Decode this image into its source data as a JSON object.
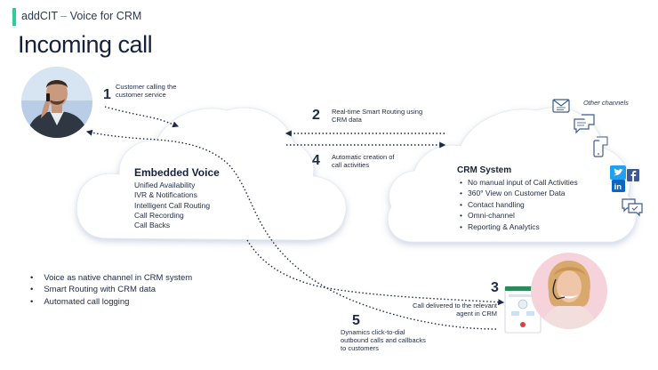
{
  "brand": {
    "name": "addCIT",
    "separator": "–",
    "product": "Voice for CRM"
  },
  "title": "Incoming call",
  "steps": [
    {
      "num": "1",
      "text": [
        "Customer calling the",
        "customer service"
      ]
    },
    {
      "num": "2",
      "text": [
        "Real-time Smart Routing using",
        "CRM data"
      ]
    },
    {
      "num": "3",
      "text": [
        "Call delivered  to the relevant",
        "agent in CRM"
      ]
    },
    {
      "num": "4",
      "text": [
        "Automatic creation of",
        "call activities"
      ]
    },
    {
      "num": "5",
      "text": [
        "Dynamics click-to-dial",
        "outbound calls and callbacks",
        "to customers"
      ]
    }
  ],
  "embedded_voice": {
    "title": "Embedded Voice",
    "items": [
      "Unified Availability",
      "IVR & Notifications",
      "Intelligent Call Routing",
      "Call Recording",
      "Call Backs"
    ]
  },
  "crm_system": {
    "title": "CRM System",
    "items": [
      "No manual input of Call Activities",
      "360° View on Customer Data",
      "Contact handling",
      "Omni-channel",
      "Reporting & Analytics"
    ]
  },
  "other_channels": "Other channels",
  "bullets": [
    "Voice as native channel in CRM system",
    "Smart Routing with CRM data",
    "Automated call logging"
  ],
  "colors": {
    "accent": "#2ecc9a",
    "text": "#1f2a44",
    "twitter": "#1da1f2",
    "facebook": "#3b5998",
    "linkedin": "#0a66c2"
  },
  "icons": [
    "email-icon",
    "chat-icon",
    "mobile-chat-icon",
    "twitter-icon",
    "facebook-icon",
    "linkedin-icon",
    "chat-bubbles-icon"
  ]
}
